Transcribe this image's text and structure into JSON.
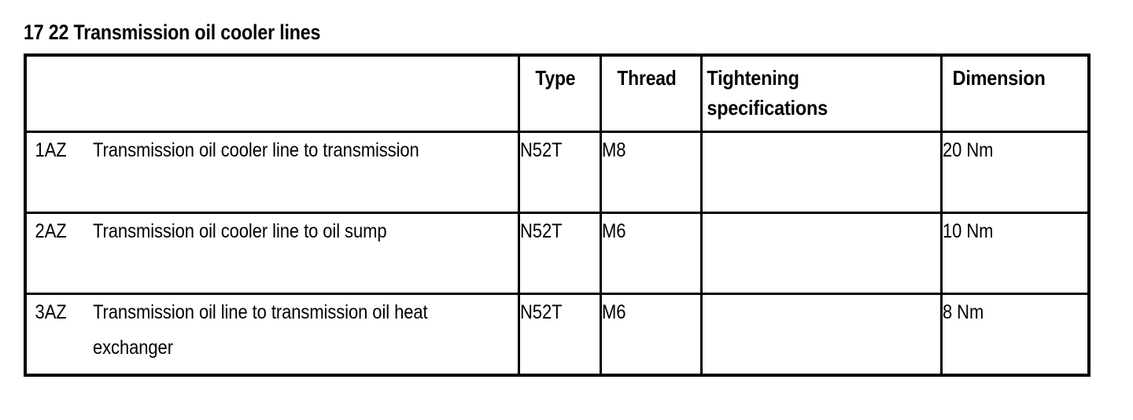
{
  "document": {
    "title": "17 22 Transmission oil cooler lines"
  },
  "table": {
    "columns": [
      {
        "key": "description",
        "label": ""
      },
      {
        "key": "type",
        "label": "Type"
      },
      {
        "key": "thread",
        "label": "Thread"
      },
      {
        "key": "tightening",
        "label": "Tightening specifications"
      },
      {
        "key": "dimension",
        "label": "Dimension"
      }
    ],
    "rows": [
      {
        "item": "1AZ",
        "description": "Transmission oil cooler line to transmission",
        "type": "N52T",
        "thread": "M8",
        "tightening": "",
        "dimension": "20 Nm"
      },
      {
        "item": "2AZ",
        "description": "Transmission oil cooler line to oil sump",
        "type": "N52T",
        "thread": "M6",
        "tightening": "",
        "dimension": "10 Nm"
      },
      {
        "item": "3AZ",
        "description": "Transmission oil line to transmission oil heat exchanger",
        "type": "N52T",
        "thread": "M6",
        "tightening": "",
        "dimension": "8 Nm"
      }
    ]
  },
  "colors": {
    "text": "#000000",
    "border": "#000000",
    "background": "#ffffff"
  }
}
